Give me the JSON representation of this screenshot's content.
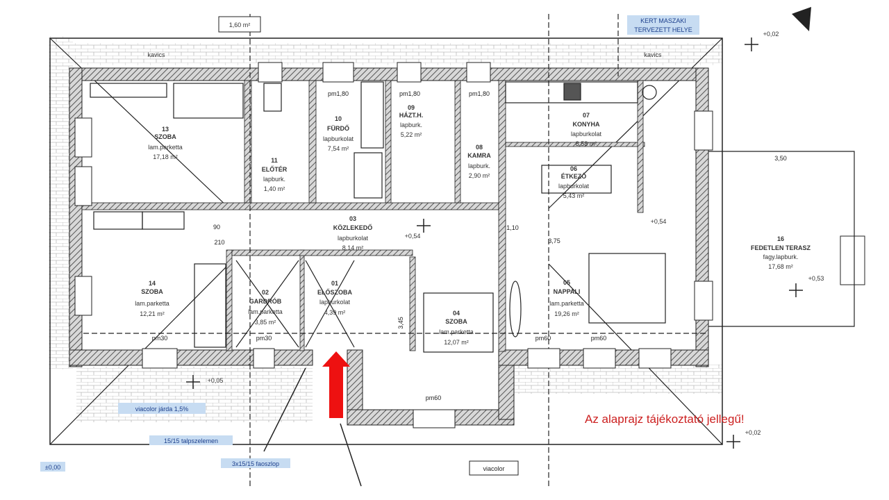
{
  "colors": {
    "wall_hatch": "#7a7a7a",
    "line": "#222222",
    "tag_bg": "#c7dcf2",
    "tag_text": "#1c3f8c",
    "arrow": "#ee1111",
    "note": "#cc1f1f"
  },
  "top_labels": {
    "area_box": "1,60 m²",
    "tag_line1": "KERT MASZAKI",
    "tag_line2": "TERVEZETT HELYE",
    "gravel_left": "kavics",
    "gravel_right": "kavics"
  },
  "levels": {
    "top_right": "+0,02",
    "kitchen": "+0,54",
    "hall": "+0,54",
    "terrace": "+0,53",
    "entrance": "+0,05",
    "bottom_right": "+0,02"
  },
  "rooms": {
    "r13": {
      "num": "13",
      "name": "SZOBA",
      "floor": "lam.parketta",
      "area": "17,18 m²"
    },
    "r11": {
      "num": "11",
      "name": "ELŐTÉR",
      "floor": "lapburk.",
      "area": "1,40 m²"
    },
    "r10": {
      "num": "10",
      "name": "FÜRDŐ",
      "floor": "lapburkolat",
      "area": "7,54 m²"
    },
    "r09": {
      "num": "09",
      "name": "HÁZT.H.",
      "floor": "lapburk.",
      "area": "5,22 m²"
    },
    "r08": {
      "num": "08",
      "name": "KAMRA",
      "floor": "lapburk.",
      "area": "2,90 m²"
    },
    "r07": {
      "num": "07",
      "name": "KONYHA",
      "floor": "lapburkolat",
      "area": "8,58 m²"
    },
    "r06": {
      "num": "06",
      "name": "ÉTKEZŐ",
      "floor": "lapburkolat",
      "area": "5,43 m²"
    },
    "r03": {
      "num": "03",
      "name": "KÖZLEKEDŐ",
      "floor": "lapburkolat",
      "area": "8,14 m²"
    },
    "r14": {
      "num": "14",
      "name": "SZOBA",
      "floor": "lam.parketta",
      "area": "12,21 m²"
    },
    "r02": {
      "num": "02",
      "name": "GARDRÓB",
      "floor": "lam.parketta",
      "area": "3,85 m²"
    },
    "r01": {
      "num": "01",
      "name": "ELŐSZOBA",
      "floor": "lapburkolat",
      "area": "4,39 m²"
    },
    "r04": {
      "num": "04",
      "name": "SZOBA",
      "floor": "lam.parketta",
      "area": "12,07 m²"
    },
    "r05": {
      "num": "05",
      "name": "NAPPALI",
      "floor": "lam.parketta",
      "area": "19,26 m²"
    },
    "r16": {
      "num": "16",
      "name": "FEDETLEN TERASZ",
      "floor": "fagy.lapburk.",
      "area": "17,68 m²"
    }
  },
  "dims": {
    "pm180": "pm1,80",
    "pm60": "pm60",
    "pm30": "pm30",
    "d90": "90",
    "d210": "210",
    "d350": "3,50",
    "d375": "3,75",
    "d110": "1,10",
    "d345": "3,45"
  },
  "bottom_labels": {
    "sidewalk": "viacolor járda 1,5%",
    "sill": "15/15 talpszelemen",
    "post": "3x15/15 faoszlop",
    "viacolor": "viacolor",
    "corner": "±0,00"
  },
  "note": "Az alaprajz tájékoztató jellegű!"
}
